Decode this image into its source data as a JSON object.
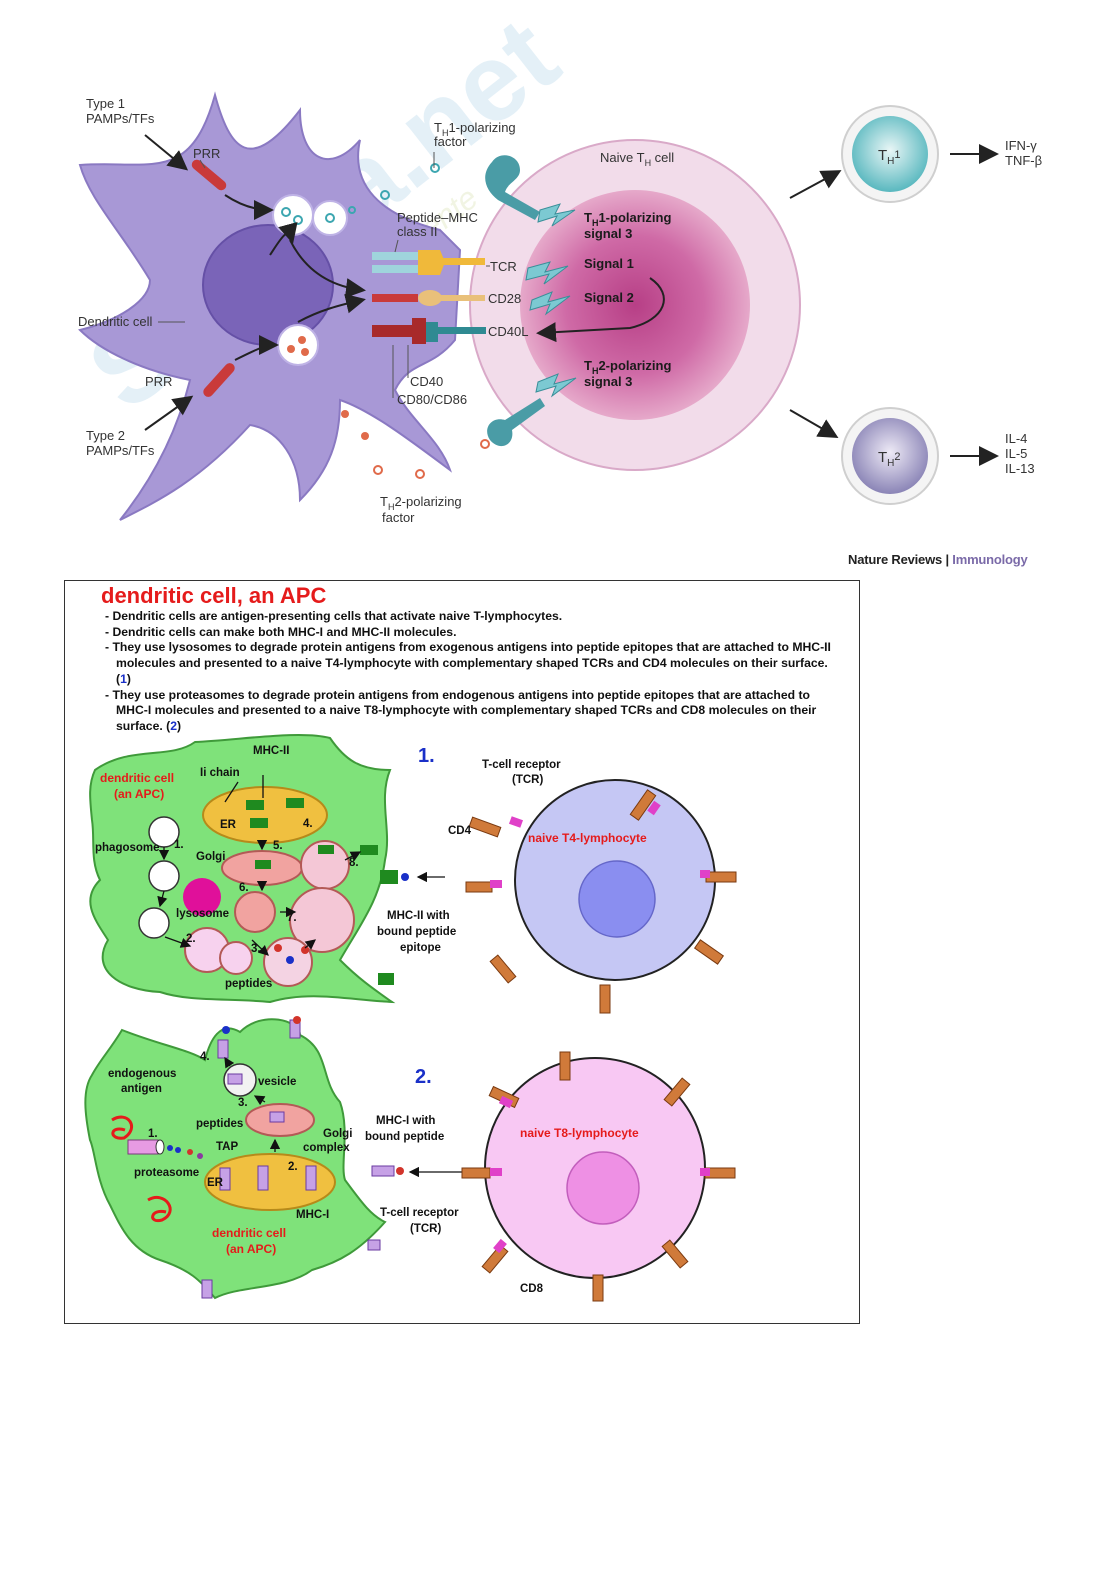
{
  "top": {
    "type1_pamps": [
      "Type 1",
      "PAMPs/TFs"
    ],
    "type2_pamps": [
      "Type 2",
      "PAMPs/TFs"
    ],
    "prr_top": "PRR",
    "prr_bottom": "PRR",
    "dendritic_cell": "Dendritic cell",
    "th1_factor": [
      "Tₕ 1-polarizing",
      "factor"
    ],
    "th1_factor_parts": {
      "t": "T",
      "sub": "H",
      "rest": "1-polarizing",
      "line2": "factor"
    },
    "th2_factor_parts": {
      "t": "T",
      "sub": "H",
      "rest": "2-polarizing",
      "line2": "factor"
    },
    "peptide_mhc": [
      "Peptide–MHC",
      "class II"
    ],
    "tcr": "TCR",
    "cd28": "CD28",
    "cd40l": "CD40L",
    "cd40": "CD40",
    "cd80_86": "CD80/CD86",
    "naive_th": {
      "t": "Naive T",
      "sub": "H",
      "rest": " cell"
    },
    "th1_signal3": {
      "t": "T",
      "sub": "H",
      "rest": "1-polarizing",
      "line2": "signal 3"
    },
    "signal1": "Signal 1",
    "signal2": "Signal 2",
    "th2_signal3": {
      "t": "T",
      "sub": "H",
      "rest": "2-polarizing",
      "line2": "signal 3"
    },
    "th1_cell": {
      "t": "T",
      "sub": "H",
      "rest": "1"
    },
    "th2_cell": {
      "t": "T",
      "sub": "H",
      "rest": "2"
    },
    "th1_cytokines": [
      "IFN-γ",
      "TNF-β"
    ],
    "th2_cytokines": [
      "IL-4",
      "IL-5",
      "IL-13"
    ],
    "watermark": [
      "Skuola.net",
      "il portale dello studente"
    ]
  },
  "credit": {
    "journal": "Nature Reviews",
    "separator": " | ",
    "field": "Immunology"
  },
  "panel": {
    "title": "dendritic cell, an APC",
    "bullets": [
      {
        "text": "- Dendritic cells are antigen-presenting cells that activate naive T-lymphocytes.",
        "ref": ""
      },
      {
        "text": "- Dendritic cells can make both MHC-I and MHC-II molecules.",
        "ref": ""
      },
      {
        "text": "- They use lysosomes to degrade protein antigens from exogenous antigens into peptide epitopes that are attached to MHC-II molecules and presented to a naive T4-lymphocyte with complementary shaped TCRs and CD4 molecules on their surface. (",
        "ref": "1",
        "close": ")"
      },
      {
        "text": "- They use proteasomes to degrade protein antigens from endogenous antigens into peptide epitopes that are attached to MHC-I molecules and presented to a naive T8-lymphocyte with complementary shaped TCRs and CD8 molecules on their surface. (",
        "ref": "2",
        "close": ")"
      }
    ]
  },
  "fig1": {
    "number": "1.",
    "mhc2": "MHC-II",
    "ii_chain": "Ii chain",
    "dc": [
      "dendritic cell",
      "(an APC)"
    ],
    "er": "ER",
    "phagosome": "phagosome",
    "golgi": "Golgi",
    "lysosome": "lysosome",
    "peptides": "peptides",
    "steps": [
      "1.",
      "2.",
      "3.",
      "4.",
      "5.",
      "6.",
      "7.",
      "8."
    ],
    "tcr": [
      "T-cell receptor",
      "(TCR)"
    ],
    "cd4": "CD4",
    "t4": "naive T4-lymphocyte",
    "mhc2_bound": [
      "MHC-II with",
      "bound peptide",
      "epitope"
    ]
  },
  "fig2": {
    "number": "2.",
    "endogenous": [
      "endogenous",
      "antigen"
    ],
    "vesicle": "vesicle",
    "peptides": "peptides",
    "golgi": [
      "Golgi",
      "complex"
    ],
    "tap": "TAP",
    "er": "ER",
    "proteasome": "proteasome",
    "mhc1": "MHC-I",
    "dc": [
      "dendritic cell",
      "(an APC)"
    ],
    "steps": [
      "1.",
      "2.",
      "3.",
      "4."
    ],
    "mhc1_bound": [
      "MHC-I with",
      "bound peptide"
    ],
    "t8": "naive T8-lymphocyte",
    "tcr": [
      "T-cell receptor",
      "(TCR)"
    ],
    "cd8": "CD8"
  },
  "colors": {
    "accent_red": "#e51b1b",
    "accent_blue": "#1a30c8",
    "cell_green": "#7fe27a",
    "purple": "#9b6fc4"
  }
}
